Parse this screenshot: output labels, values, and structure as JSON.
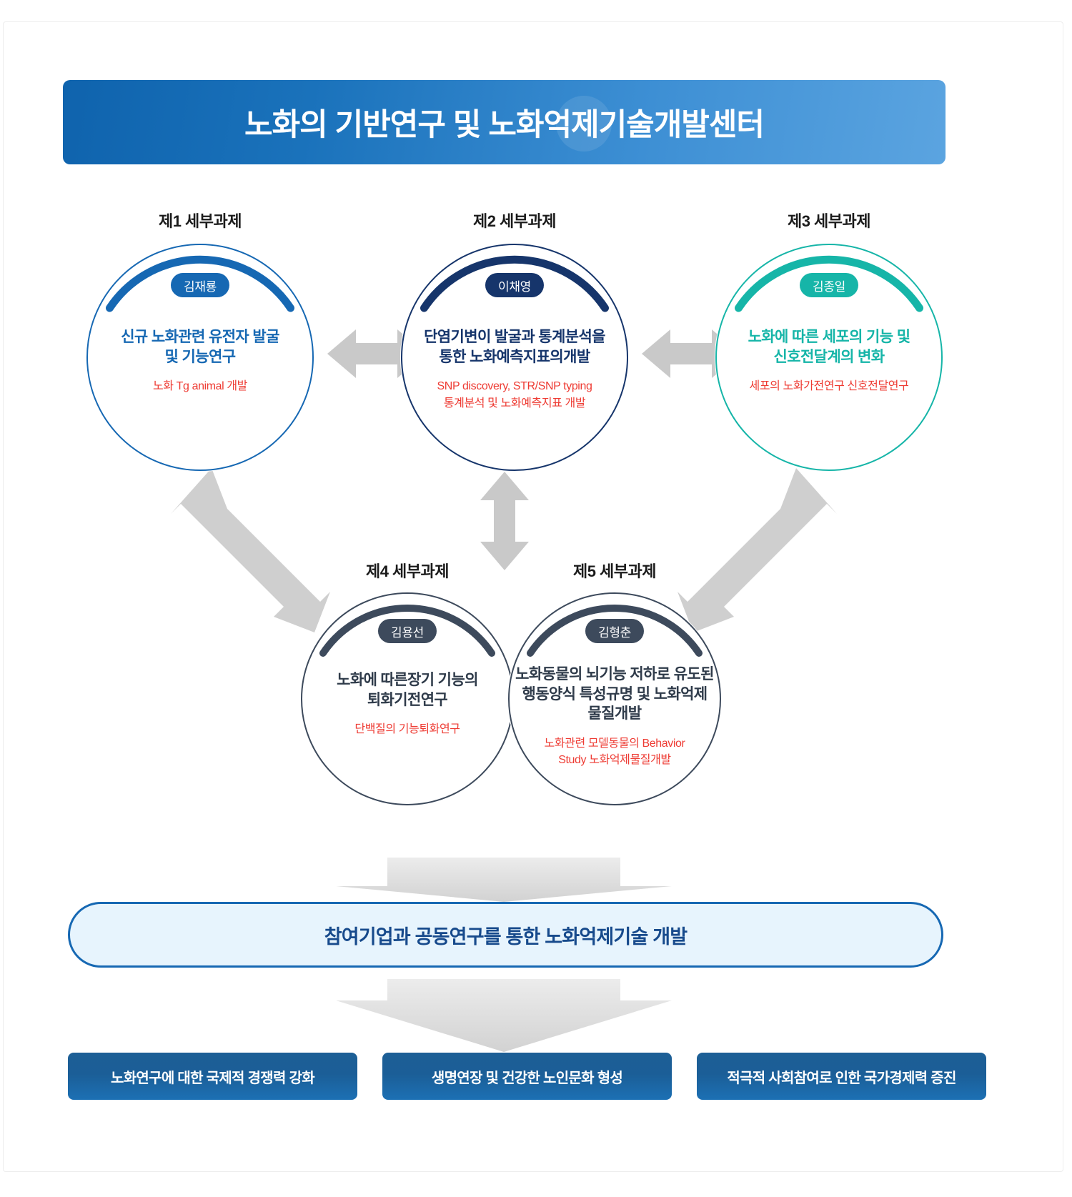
{
  "header": {
    "title": "노화의 기반연구 및 노화억제기술개발센터"
  },
  "nodes": [
    {
      "id": "subtask-1",
      "title": "제1 세부과제",
      "leader": "김재룡",
      "main": [
        "신규 노화관련 유전자 발굴",
        "및 기능연구"
      ],
      "sub": [
        "노화 Tg animal 개발"
      ],
      "color": "#1668b3"
    },
    {
      "id": "subtask-2",
      "title": "제2 세부과제",
      "leader": "이채영",
      "main": [
        "단염기변이 발굴과 통계분석을",
        "통한 노화예측지표의개발"
      ],
      "sub": [
        "SNP discovery, STR/SNP typing",
        "통계분석 및 노화예측지표 개발"
      ],
      "color": "#16356b"
    },
    {
      "id": "subtask-3",
      "title": "제3 세부과제",
      "leader": "김종일",
      "main": [
        "노화에 따른 세포의 기능 및",
        "신호전달계의 변화"
      ],
      "sub": [
        "세포의 노화가전연구 신호전달연구"
      ],
      "color": "#16b5a8"
    },
    {
      "id": "subtask-4",
      "title": "제4 세부과제",
      "leader": "김용선",
      "main": [
        "노화에 따른장기 기능의",
        "퇴화기전연구"
      ],
      "sub": [
        "단백질의 기능퇴화연구"
      ],
      "color": "#3d4a5c",
      "main_color": "#2f3b4a"
    },
    {
      "id": "subtask-5",
      "title": "제5 세부과제",
      "leader": "김형춘",
      "main": [
        "노화동물의 뇌기능 저하로 유도된",
        "행동양식 특성규명 및 노화억제",
        "물질개발"
      ],
      "sub": [
        "노화관련 모델동물의  Behavior",
        "Study 노화억제물질개발"
      ],
      "color": "#3d4a5c",
      "main_color": "#2f3b4a"
    }
  ],
  "collaboration": {
    "label": "참여기업과 공동연구를 통한 노화억제기술 개발"
  },
  "outcomes": [
    {
      "label": "노화연구에 대한 국제적 경쟁력 강화"
    },
    {
      "label": "생명연장 및 건강한 노인문화 형성"
    },
    {
      "label": "적극적 사회참여로 인한 국가경제력 증진"
    }
  ],
  "colors": {
    "arrow_gray": "#c9c9c9",
    "arrow_gray_light": "#e3e3e3",
    "sub_text_red": "#ee3b33",
    "banner_dark": "#0f63ad",
    "banner_light": "#5ba4e0",
    "collab_border": "#1668b3",
    "collab_fill": "#e7f4fd",
    "outcome_box": "#1b5e97"
  },
  "connections": [
    {
      "name": "arrow-subtask1-subtask2",
      "type": "double-horizontal"
    },
    {
      "name": "arrow-subtask2-subtask3",
      "type": "double-horizontal"
    },
    {
      "name": "arrow-subtask2-subtask45",
      "type": "double-vertical"
    },
    {
      "name": "arrow-subtask4-subtask1",
      "type": "double-diagonal"
    },
    {
      "name": "arrow-subtask5-subtask3",
      "type": "double-diagonal"
    },
    {
      "name": "arrow-subtasks-collaboration",
      "type": "big-down"
    },
    {
      "name": "arrow-collaboration-outcomes",
      "type": "big-down"
    }
  ]
}
